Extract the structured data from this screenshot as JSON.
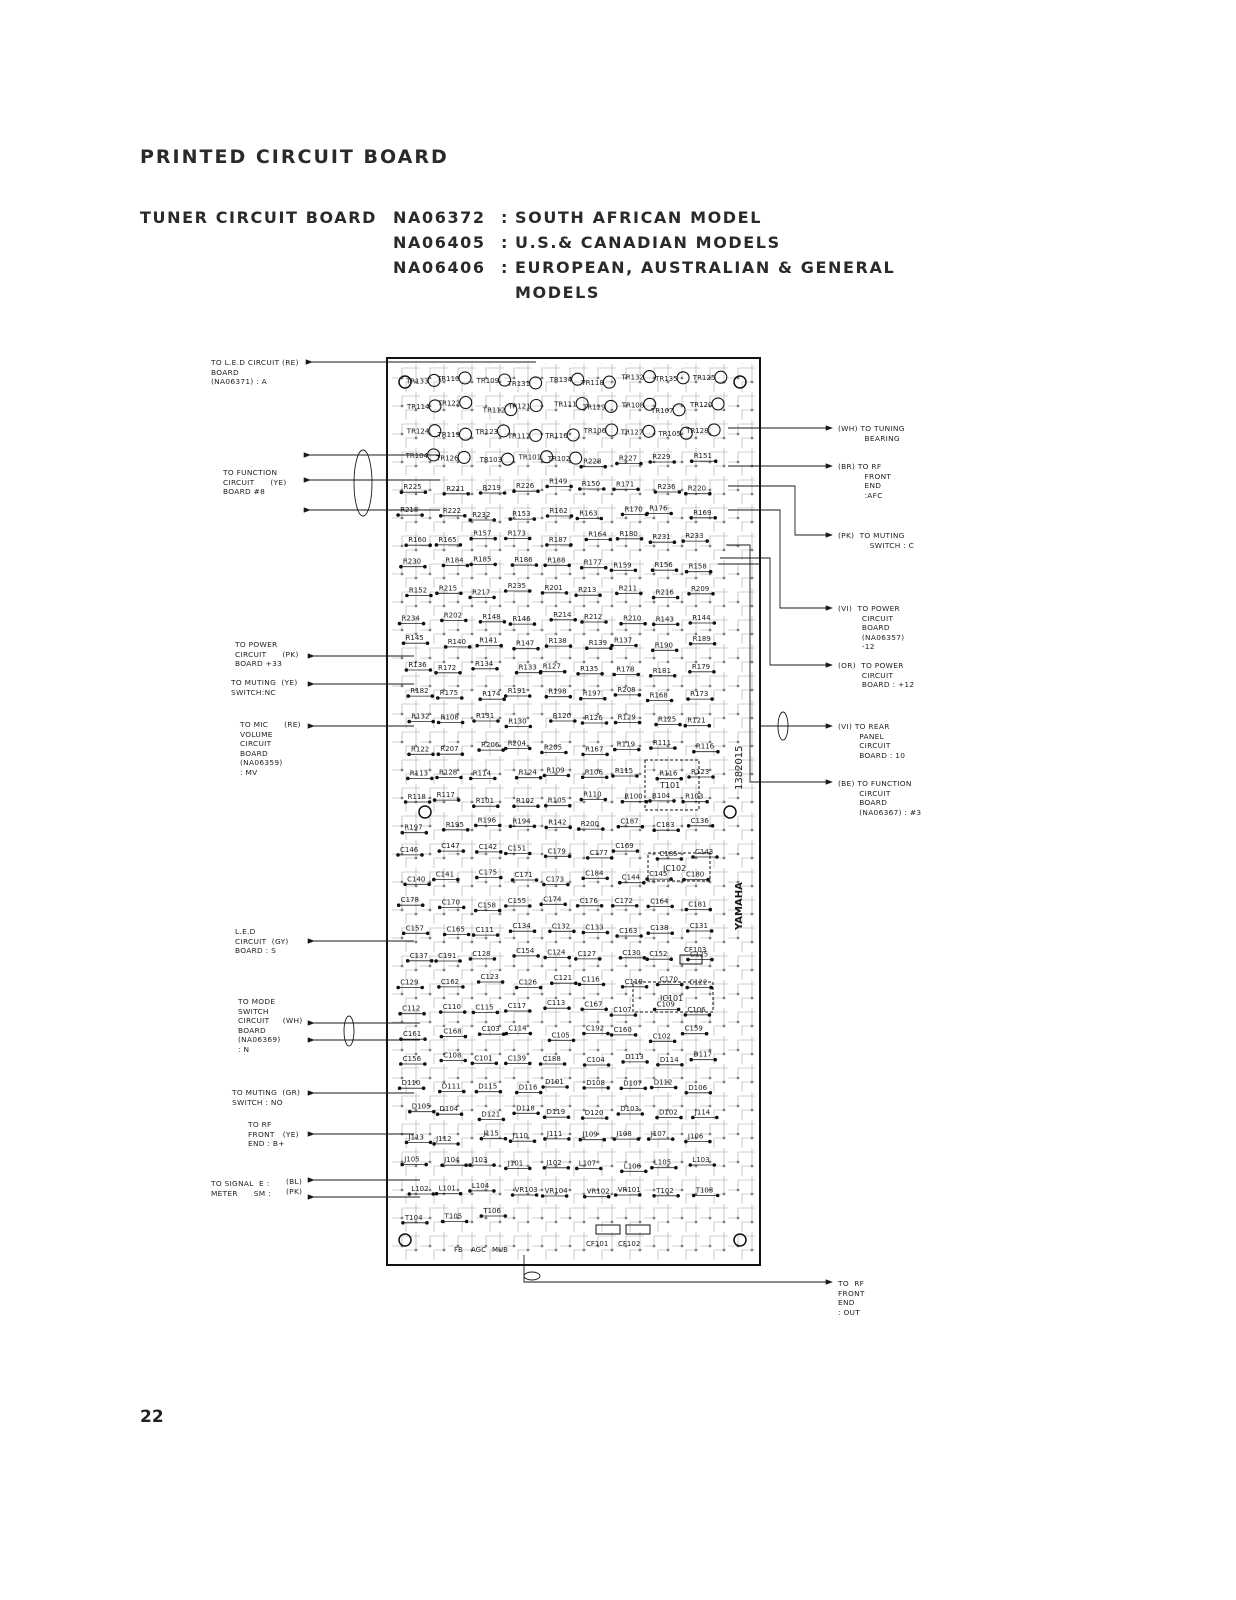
{
  "page": {
    "heading": "PRINTED CIRCUIT BOARD",
    "board_label": "TUNER CIRCUIT BOARD",
    "models": [
      {
        "code": "NA06372",
        "sep": ":",
        "name": "SOUTH AFRICAN MODEL"
      },
      {
        "code": "NA06405",
        "sep": ":",
        "name": "U.S.& CANADIAN MODELS"
      },
      {
        "code": "NA06406",
        "sep": ":",
        "name": "EUROPEAN, AUSTRALIAN & GENERAL"
      },
      {
        "code": "",
        "sep": "",
        "name": "MODELS"
      }
    ],
    "page_number": "22"
  },
  "board": {
    "brand_mark": "YAMAHA",
    "part_mark": "1382015",
    "bottom_labels": [
      "FB",
      "AGC",
      "MUB"
    ],
    "filters": [
      "CF101",
      "CF102",
      "CF103"
    ],
    "ics": [
      "IC101",
      "IC102"
    ],
    "transformers": [
      "T101",
      "T102",
      "T103",
      "T104",
      "T105",
      "T106"
    ],
    "transistors": [
      "TR133",
      "TR110",
      "TR109",
      "TR131",
      "TR134",
      "TR118",
      "TR132",
      "TR135",
      "TR125",
      "TR114",
      "TR122",
      "TR112",
      "TR121",
      "TR111",
      "TR129",
      "TR108",
      "TR107",
      "TR120",
      "TR124",
      "TR119",
      "TR123",
      "TR117",
      "TR116",
      "TR106",
      "TR127",
      "TR105",
      "TR128",
      "TR104",
      "TR126",
      "TR103",
      "TR101",
      "TR102"
    ],
    "resistors": [
      "R228",
      "R227",
      "R229",
      "R151",
      "R225",
      "R221",
      "R219",
      "R226",
      "R149",
      "R150",
      "R171",
      "R236",
      "R220",
      "R218",
      "R222",
      "R232",
      "R153",
      "R162",
      "R163",
      "R170",
      "R176",
      "R169",
      "R160",
      "R165",
      "R157",
      "R173",
      "R187",
      "R164",
      "R180",
      "R231",
      "R233",
      "R230",
      "R184",
      "R185",
      "R186",
      "R188",
      "R177",
      "R159",
      "R156",
      "R158",
      "R152",
      "R215",
      "R217",
      "R235",
      "R201",
      "R213",
      "R211",
      "R216",
      "R209",
      "R234",
      "R202",
      "R148",
      "R146",
      "R214",
      "R212",
      "R210",
      "R143",
      "R144",
      "R145",
      "R140",
      "R141",
      "R147",
      "R138",
      "R139",
      "R137",
      "R190",
      "R189",
      "R136",
      "R172",
      "R134",
      "R133",
      "R127",
      "R135",
      "R178",
      "R181",
      "R179",
      "R182",
      "R175",
      "R174",
      "R191",
      "R198",
      "R197",
      "R208",
      "R168",
      "R173",
      "R132",
      "R108",
      "R131",
      "R130",
      "R120",
      "R126",
      "R129",
      "R125",
      "R121",
      "R122",
      "R207",
      "R206",
      "R204",
      "R205",
      "R167",
      "R119",
      "R111",
      "R116",
      "R113",
      "R128",
      "R114",
      "R124",
      "R109",
      "R106",
      "R115",
      "R116",
      "R123",
      "R118",
      "R117",
      "R101",
      "R102",
      "R105",
      "R110",
      "R100",
      "R104",
      "R103",
      "R197",
      "R195",
      "R196",
      "R194",
      "R142",
      "R200"
    ],
    "capacitors": [
      "C187",
      "C183",
      "C136",
      "C146",
      "C147",
      "C142",
      "C151",
      "C179",
      "C177",
      "C169",
      "C185",
      "C143",
      "C140",
      "C141",
      "C175",
      "C171",
      "C173",
      "C184",
      "C144",
      "C145",
      "C180",
      "C178",
      "C170",
      "C158",
      "C155",
      "C174",
      "C176",
      "C172",
      "C164",
      "C181",
      "C157",
      "C165",
      "C111",
      "C134",
      "C132",
      "C133",
      "C163",
      "C138",
      "C131",
      "C137",
      "C191",
      "C128",
      "C154",
      "C124",
      "C127",
      "C130",
      "C152",
      "C125",
      "C129",
      "C162",
      "C123",
      "C126",
      "C121",
      "C116",
      "C119",
      "C170",
      "C122",
      "C112",
      "C110",
      "C115",
      "C117",
      "C113",
      "C167",
      "C107",
      "C109",
      "C106",
      "C161",
      "C168",
      "C103",
      "C114",
      "C105",
      "C192",
      "C160",
      "C102",
      "C159",
      "C156",
      "C108",
      "C101",
      "C139",
      "C188",
      "C104"
    ],
    "diodes": [
      "D113",
      "D114",
      "D117",
      "D110",
      "D111",
      "D115",
      "D116",
      "D101",
      "D108",
      "D107",
      "D112",
      "D106",
      "D105",
      "D104",
      "D121",
      "D118",
      "D119",
      "D120",
      "D103",
      "D102"
    ],
    "jumpers": [
      "J114",
      "J113",
      "J112",
      "J115",
      "J110",
      "J111",
      "J109",
      "J108",
      "J107",
      "J106",
      "J105",
      "J104",
      "J103",
      "J101",
      "J102"
    ],
    "coils": [
      "L107",
      "L106",
      "L105",
      "L103",
      "L102",
      "L101",
      "L104"
    ],
    "variable_resistors": [
      "VR103",
      "VR104",
      "VR102",
      "VR101"
    ]
  },
  "connectors_left": [
    {
      "text": "TO L.E.D CIRCUIT (RE)\nBOARD\n(NA06371) : A"
    },
    {
      "text": "TO FUNCTION\nCIRCUIT      (YE)\nBOARD #8"
    },
    {
      "text": "TO POWER\nCIRCUIT      (PK)\nBOARD +33"
    },
    {
      "text": "TO MUTING  (YE)\nSWITCH:NC"
    },
    {
      "text": "TO MIC      (RE)\nVOLUME\nCIRCUIT\nBOARD\n(NA06359)\n: MV"
    },
    {
      "text": "L.E.D\nCIRCUIT  (GY)\nBOARD : S"
    },
    {
      "text": "TO MODE\nSWITCH\nCIRCUIT     (WH)\nBOARD\n(NA06369)\n: N"
    },
    {
      "text": "TO MUTING  (GR)\nSWITCH : NO"
    },
    {
      "text": "TO RF\nFRONT   (YE)\nEND : B+"
    },
    {
      "text": "TO SIGNAL  E :\nMETER      SM :"
    },
    {
      "text": "(BL)\n(PK)"
    }
  ],
  "connectors_right": [
    {
      "text": "(WH) TO TUNING\n          BEARING"
    },
    {
      "text": "(BR) TO RF\n          FRONT\n          END\n          :AFC"
    },
    {
      "text": "(PK)  TO MUTING\n            SWITCH : C"
    },
    {
      "text": "(VI)  TO POWER\n         CIRCUIT\n         BOARD\n         (NA06357)\n         -12"
    },
    {
      "text": "(OR)  TO POWER\n         CIRCUIT\n         BOARD : +12"
    },
    {
      "text": "(VI) TO REAR\n        PANEL\n        CIRCUIT\n        BOARD : 10"
    },
    {
      "text": "(BE) TO FUNCTION\n        CIRCUIT\n        BOARD\n        (NA06367) : #3"
    },
    {
      "text": "TO  RF\nFRONT\nEND\n: OUT"
    }
  ]
}
